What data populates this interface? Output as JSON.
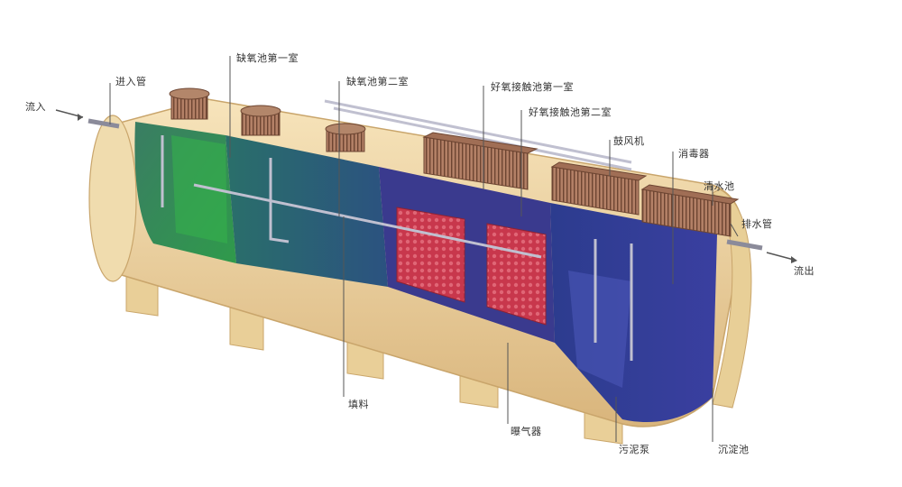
{
  "labels": {
    "inflow": "流入",
    "outflow": "流出",
    "inlet_pipe": "进入管",
    "anoxic_1": "缺氧池第一室",
    "anoxic_2": "缺氧池第二室",
    "aerobic_1": "好氧接触池第一室",
    "aerobic_2": "好氧接触池第二室",
    "blower": "鼓风机",
    "disinfection": "消毒器",
    "clear_water": "清水池",
    "outlet_pipe": "排水管",
    "filler": "填料",
    "aeration_device": "曝气器",
    "sludge_pump": "污泥泵",
    "settling": "沉淀池"
  },
  "colors": {
    "tank_shell": "#f2d9a6",
    "tank_shell_dark": "#d9b57c",
    "chamber_green": "#3f8b5a",
    "chamber_teal": "#2d6a7a",
    "chamber_blue": "#2e3f8f",
    "filler_red": "#d9485a",
    "grate_brown": "#9c6b4f",
    "pipe_gray": "#8b8b9a"
  }
}
